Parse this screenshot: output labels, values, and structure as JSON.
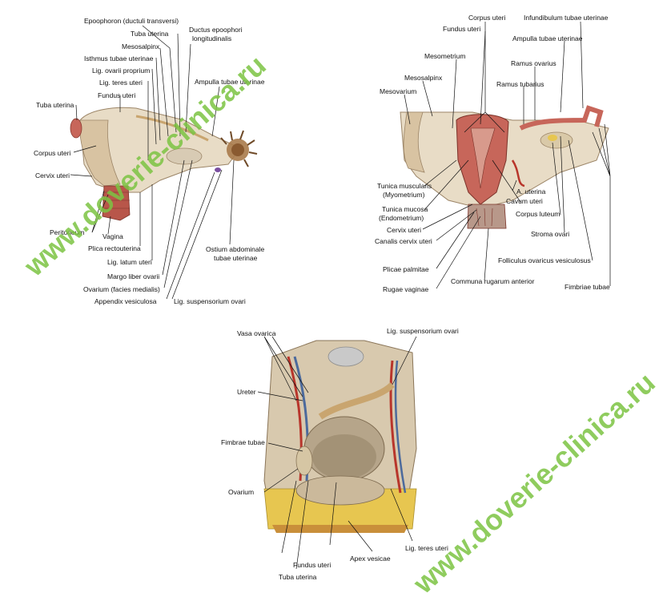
{
  "watermark": "www.doverie-clinica.ru",
  "colors": {
    "tissue": "#e8dcc6",
    "tissue_dark": "#c9b28f",
    "muscle": "#c7665a",
    "vessel_red": "#b8352b",
    "vessel_blue": "#4c6a9c",
    "fat": "#e7c650",
    "watermark": "#7cc443"
  },
  "figure1": {
    "labels": [
      {
        "id": "epoophoron",
        "text": "Epoophoron (ductuli transversi)"
      },
      {
        "id": "tuba_uterina",
        "text": "Tuba uterina"
      },
      {
        "id": "ductus_epoophori",
        "text": "Ductus epoophori"
      },
      {
        "id": "longitudinalis",
        "text": "longitudinalis"
      },
      {
        "id": "mesosalpinx",
        "text": "Mesosalpinx"
      },
      {
        "id": "isthmus",
        "text": "Isthmus tubae uterinae"
      },
      {
        "id": "lig_ovarii",
        "text": "Lig. ovarii proprium"
      },
      {
        "id": "lig_teres",
        "text": "Lig. teres uteri"
      },
      {
        "id": "ampulla",
        "text": "Ampulla tubae uterinae"
      },
      {
        "id": "fundus",
        "text": "Fundus uteri"
      },
      {
        "id": "tuba_left",
        "text": "Tuba uterina"
      },
      {
        "id": "corpus",
        "text": "Corpus uteri"
      },
      {
        "id": "cervix",
        "text": "Cervix uteri"
      },
      {
        "id": "peritoneum",
        "text": "Peritoneum"
      },
      {
        "id": "vagina",
        "text": "Vagina"
      },
      {
        "id": "plica",
        "text": "Plica rectouterina"
      },
      {
        "id": "lig_latum",
        "text": "Lig. latum uteri"
      },
      {
        "id": "margo",
        "text": "Margo liber ovarii"
      },
      {
        "id": "ovarium_med",
        "text": "Ovarium (facies medialis)"
      },
      {
        "id": "appendix",
        "text": "Appendix vesiculosa"
      },
      {
        "id": "lig_susp",
        "text": "Lig. suspensorium ovari"
      },
      {
        "id": "ostium",
        "text": "Ostium abdominale"
      },
      {
        "id": "ostium2",
        "text": "tubae uterinae"
      }
    ]
  },
  "figure2": {
    "labels": [
      {
        "id": "corpus",
        "text": "Corpus uteri"
      },
      {
        "id": "fundus",
        "text": "Fundus uteri"
      },
      {
        "id": "infundibulum",
        "text": "Infundibulum tubae uterinae"
      },
      {
        "id": "ampulla",
        "text": "Ampulla tubae uterinae"
      },
      {
        "id": "mesometrium",
        "text": "Mesometrium"
      },
      {
        "id": "ramus_ovarius",
        "text": "Ramus ovarius"
      },
      {
        "id": "mesosalpinx",
        "text": "Mesosalpinx"
      },
      {
        "id": "ramus_tubarius",
        "text": "Ramus tubarius"
      },
      {
        "id": "mesovarium",
        "text": "Mesovarium"
      },
      {
        "id": "tunica_musc",
        "text": "Tunica muscularis"
      },
      {
        "id": "myometrium",
        "text": "(Myometrium)"
      },
      {
        "id": "a_uterina",
        "text": "A. uterina"
      },
      {
        "id": "cavum",
        "text": "Cavum uteri"
      },
      {
        "id": "tunica_muc",
        "text": "Tunica mucosa"
      },
      {
        "id": "endometrium",
        "text": "(Endometrium)"
      },
      {
        "id": "corpus_luteum",
        "text": "Corpus luteum"
      },
      {
        "id": "cervix",
        "text": "Cervix uteri"
      },
      {
        "id": "stroma",
        "text": "Stroma ovari"
      },
      {
        "id": "canalis",
        "text": "Canalis cervix uteri"
      },
      {
        "id": "folliculus",
        "text": "Folliculus ovaricus vesiculosus"
      },
      {
        "id": "plicae",
        "text": "Plicae palmitae"
      },
      {
        "id": "communa",
        "text": "Communa rugarum anterior"
      },
      {
        "id": "fimbriae",
        "text": "Fimbriae tubae"
      },
      {
        "id": "rugae",
        "text": "Rugae vaginae"
      }
    ]
  },
  "figure3": {
    "labels": [
      {
        "id": "vasa",
        "text": "Vasa ovarica"
      },
      {
        "id": "lig_susp",
        "text": "Lig. suspensorium ovari"
      },
      {
        "id": "ureter",
        "text": "Ureter"
      },
      {
        "id": "fimbrae",
        "text": "Fimbrae tubae"
      },
      {
        "id": "ovarium",
        "text": "Ovarium"
      },
      {
        "id": "fundus",
        "text": "Fundus uteri"
      },
      {
        "id": "apex",
        "text": "Apex vesicae"
      },
      {
        "id": "lig_teres",
        "text": "Lig. teres uteri"
      },
      {
        "id": "tuba",
        "text": "Tuba uterina"
      }
    ]
  }
}
